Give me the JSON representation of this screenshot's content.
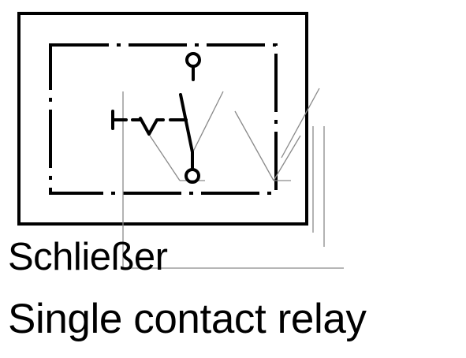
{
  "symbol": {
    "name": "normally-open-contact-symbol",
    "colors": {
      "ink": "#000000",
      "guide": "#8a8a8a",
      "background": "#ffffff"
    }
  },
  "caption": {
    "german": "Schließer",
    "english": "Single contact relay"
  }
}
